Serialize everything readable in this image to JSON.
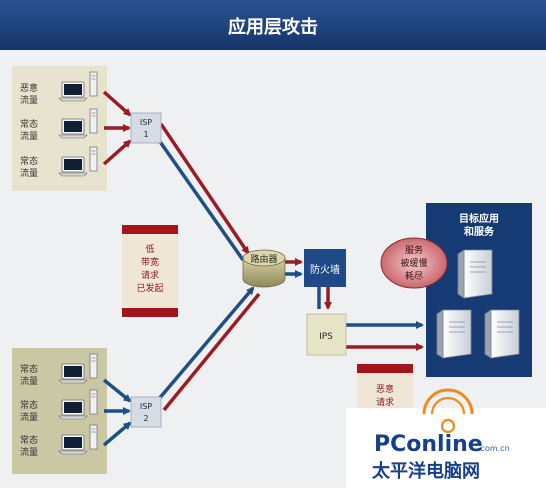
{
  "title": "应用层攻击",
  "client_groups": {
    "top": {
      "rows": [
        {
          "line1": "恶意",
          "line2": "流量"
        },
        {
          "line1": "常态",
          "line2": "流量"
        },
        {
          "line1": "常态",
          "line2": "流量"
        }
      ]
    },
    "bottom": {
      "rows": [
        {
          "line1": "常态",
          "line2": "流量"
        },
        {
          "line1": "常态",
          "line2": "流量"
        },
        {
          "line1": "常态",
          "line2": "流量"
        }
      ]
    }
  },
  "isp1": {
    "line1": "ISP",
    "line2": "1"
  },
  "isp2": {
    "line1": "ISP",
    "line2": "2"
  },
  "low_note": {
    "lines": [
      "低",
      "带宽",
      "请求",
      "已发起"
    ]
  },
  "router": {
    "label": "路由器"
  },
  "firewall": {
    "label": "防火墙"
  },
  "ips": {
    "label": "IPS"
  },
  "target": {
    "line1": "目标应用",
    "line2": "和服务"
  },
  "service_badge": {
    "lines": [
      "服务",
      "被缓慢",
      "耗尽"
    ]
  },
  "malicious_note": {
    "line1": "恶意",
    "line2": "请求"
  },
  "watermark": {
    "brand": "PConline",
    "suffix": ".com.cn",
    "cn": "太平洋电脑网"
  },
  "colors": {
    "title_bar": "#1c3f78",
    "red_arrow": "#9b1c24",
    "blue_arrow": "#1f4f86",
    "beige_panel": "#e7e3cf",
    "olive_panel": "#c9c7a4",
    "target_box": "#163a73"
  }
}
